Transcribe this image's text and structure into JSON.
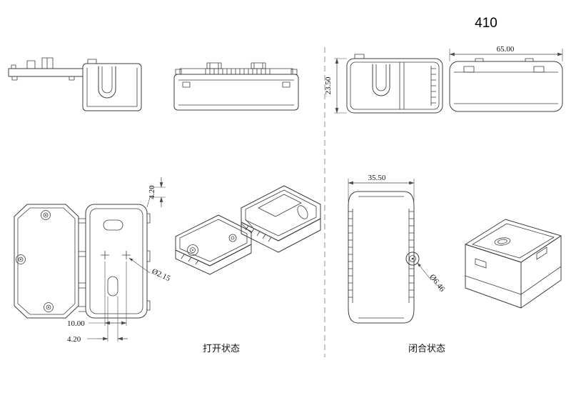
{
  "title": "410",
  "labels": {
    "open_state": "打开状态",
    "closed_state": "闭合状态"
  },
  "dimensions": {
    "closed_height": "23.50",
    "closed_width": "65.00",
    "closed_depth": "35.50",
    "tab_height": "4.20",
    "small_hole_dia": "Ø2.15",
    "hole_pitch": "10.00",
    "slot_width": "4.20",
    "hinge_pin_dia": "Ø6.46"
  },
  "colors": {
    "line": "#3d3d3d",
    "dimension": "#4a4a4a",
    "text": "#111111",
    "separator": "#808080",
    "background": "#ffffff"
  }
}
